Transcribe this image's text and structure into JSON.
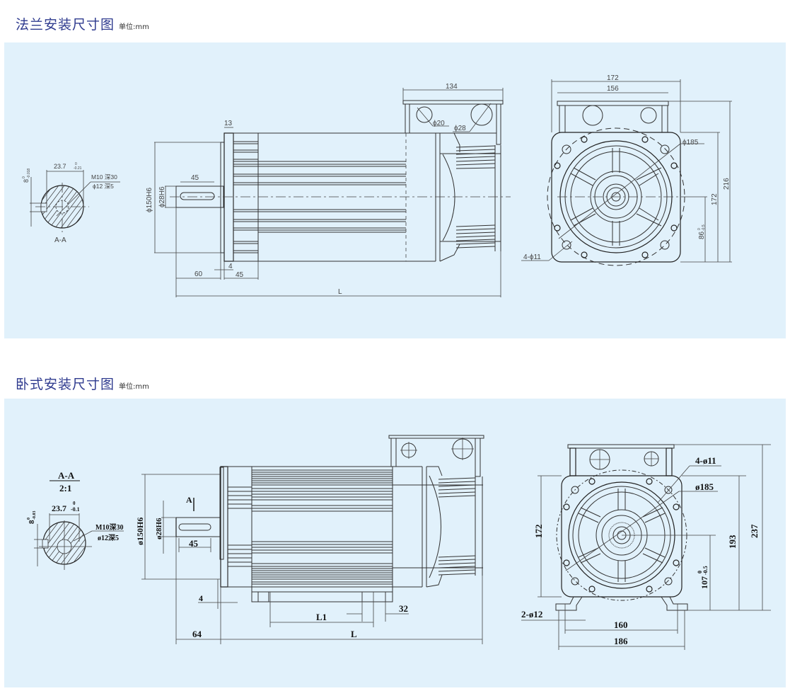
{
  "sections": [
    {
      "title": "法兰安装尺寸图",
      "unit": "单位:mm",
      "section_view": {
        "label": "A-A",
        "width_dim": "23.7",
        "width_tol_upper": "0",
        "width_tol_lower": "-0.21",
        "key_dim": "8",
        "key_tol_upper": "0",
        "key_tol_lower": "-0.018",
        "thread_note": "M10 深30",
        "hole_note": "ϕ12 深5"
      },
      "side_view": {
        "flange_thickness": "13",
        "pilot_dia": "ϕ150H6",
        "shaft_dia": "ϕ28H6",
        "key_length": "45",
        "shaft_length": "60",
        "pilot_depth": "4",
        "flange_len": "45",
        "total_length": "L",
        "terminal_box_width": "134",
        "gland_small": "ϕ20",
        "gland_large": "ϕ28"
      },
      "end_view": {
        "overall_width": "172",
        "box_width": "156",
        "pcd": "ϕ185",
        "height_total": "216",
        "height_frame": "172",
        "center_height": "86",
        "center_tol_upper": "0",
        "center_tol_lower": "-0.5",
        "mount_holes": "4-ϕ11"
      }
    },
    {
      "title": "卧式安装尺寸图",
      "unit": "单位:mm",
      "section_view": {
        "label": "A-A",
        "scale": "2:1",
        "width_dim": "23.7",
        "width_tol_upper": "0",
        "width_tol_lower": "-0.1",
        "key_dim": "8",
        "key_tol_upper": "0",
        "key_tol_lower": "-0.03",
        "thread_note": "M10深30",
        "hole_note": "ø12深5"
      },
      "side_view": {
        "section_marker": "A",
        "pilot_dia": "ø150H6",
        "shaft_dia": "ø28H6",
        "key_length": "45",
        "pilot_depth": "4",
        "shaft_length": "64",
        "foot_spacing": "L1",
        "foot_width": "32",
        "total_length": "L"
      },
      "end_view": {
        "mount_holes": "4-ø11",
        "pcd": "ø185",
        "frame_height": "172",
        "center_height": "107",
        "center_tol_upper": "0",
        "center_tol_lower": "-0.5",
        "height_193": "193",
        "height_total": "237",
        "foot_holes": "2-ø12",
        "foot_hole_spacing": "160",
        "foot_width": "186"
      }
    }
  ]
}
